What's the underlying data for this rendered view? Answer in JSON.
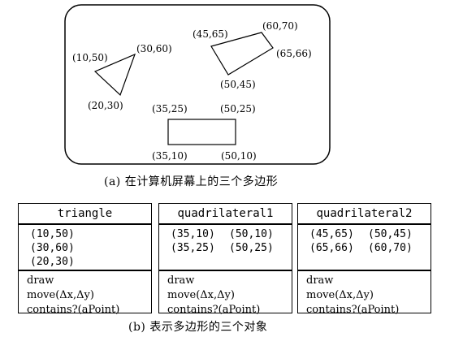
{
  "screen": {
    "labels": {
      "tri_a": "(10,50)",
      "tri_b": "(30,60)",
      "tri_c": "(20,30)",
      "q2_a": "(45,65)",
      "q2_b": "(60,70)",
      "q2_c": "(65,66)",
      "q2_d": "(50,45)",
      "q1_a": "(35,25)",
      "q1_b": "(50,25)",
      "q1_c": "(35,10)",
      "q1_d": "(50,10)"
    },
    "caption": "(a)  在计算机屏幕上的三个多边形"
  },
  "objects": [
    {
      "name": "triangle",
      "points": [
        [
          "(10,50)"
        ],
        [
          "(30,60)"
        ],
        [
          "(20,30)"
        ]
      ],
      "ops": [
        "draw",
        "move(Δx,Δy)",
        "contains?(aPoint)"
      ]
    },
    {
      "name": "quadrilateral1",
      "points": [
        [
          "(35,10)",
          "(50,10)"
        ],
        [
          "(35,25)",
          "(50,25)"
        ]
      ],
      "ops": [
        "draw",
        "move(Δx,Δy)",
        "contains?(aPoint)"
      ]
    },
    {
      "name": "quadrilateral2",
      "points": [
        [
          "(45,65)",
          "(50,45)"
        ],
        [
          "(65,66)",
          "(60,70)"
        ]
      ],
      "ops": [
        "draw",
        "move(Δx,Δy)",
        "contains?(aPoint)"
      ]
    }
  ],
  "caption_b": "(b)  表示多边形的三个对象"
}
